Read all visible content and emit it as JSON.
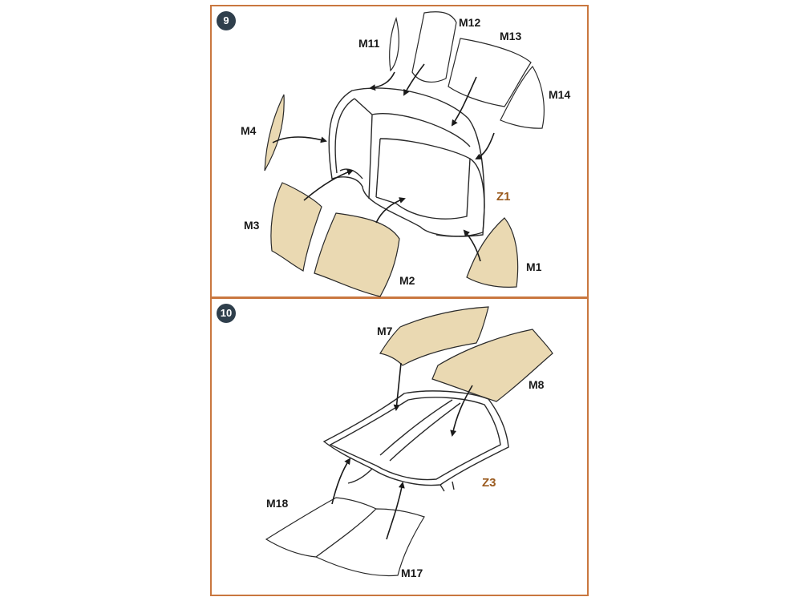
{
  "colors": {
    "panel_border": "#c9773f",
    "badge_bg": "#2f3f4c",
    "mask_fill": "#ead9b2",
    "part_label": "#9a5a1e"
  },
  "step9": {
    "badge": "9",
    "part_label": "Z1",
    "masks": {
      "m1": "M1",
      "m2": "M2",
      "m3": "M3",
      "m4": "M4",
      "m11": "M11",
      "m12": "M12",
      "m13": "M13",
      "m14": "M14"
    }
  },
  "step10": {
    "badge": "10",
    "part_label": "Z3",
    "masks": {
      "m7": "M7",
      "m8": "M8",
      "m17": "M17",
      "m18": "M18"
    }
  }
}
